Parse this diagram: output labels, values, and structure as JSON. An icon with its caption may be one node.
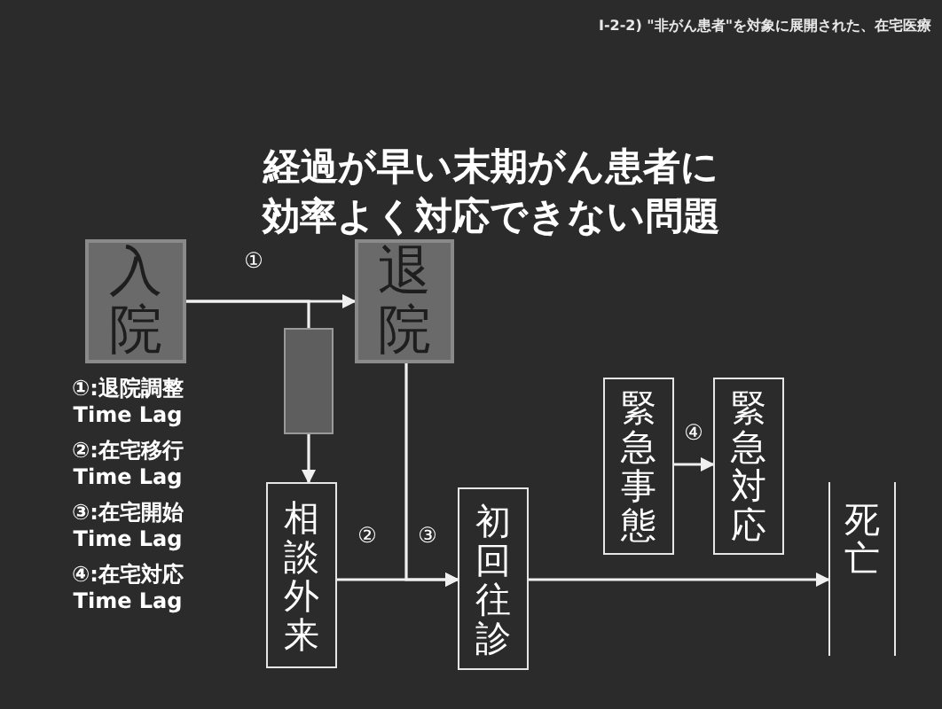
{
  "diagram": {
    "title": "経過が早い末期がん患者に効率よく対応できない問題",
    "nodes": [
      {
        "text": [
          "入院"
        ]
      },
      {
        "text": [
          "退院"
        ]
      },
      {
        "text": [],
        "shape": "box"
      },
      {
        "text": [
          "相談外来"
        ]
      },
      {
        "text": [
          "初回往診"
        ]
      },
      {
        "text": [
          "緊急事態"
        ]
      },
      {
        "text": [
          "緊急対応"
        ]
      },
      {
        "text": [
          "死亡"
        ]
      }
    ],
    "edges": [
      {
        "from": 0,
        "to": 1,
        "arrow": "to",
        "label": "①"
      },
      {
        "from": 0,
        "to": 2,
        "arrow": "none"
      },
      {
        "from": 2,
        "to": 3,
        "arrow": "to"
      },
      {
        "from": 1,
        "to": 4,
        "arrow": "to",
        "label": "③"
      },
      {
        "from": 3,
        "to": 4,
        "arrow": "to",
        "label": "②"
      },
      {
        "from": 5,
        "to": 6,
        "arrow": "to",
        "label": "④"
      },
      {
        "from": 4,
        "to": 7,
        "arrow": "to"
      }
    ],
    "labels": [
      "Ⅰ-2-2) \"非がん患者\"を対象に展開された、在宅医療",
      "①:退院調整 Time Lag",
      "②:在宅移行 Time Lag",
      "③:在宅開始 Time Lag",
      "④:在宅対応 Time Lag"
    ]
  }
}
